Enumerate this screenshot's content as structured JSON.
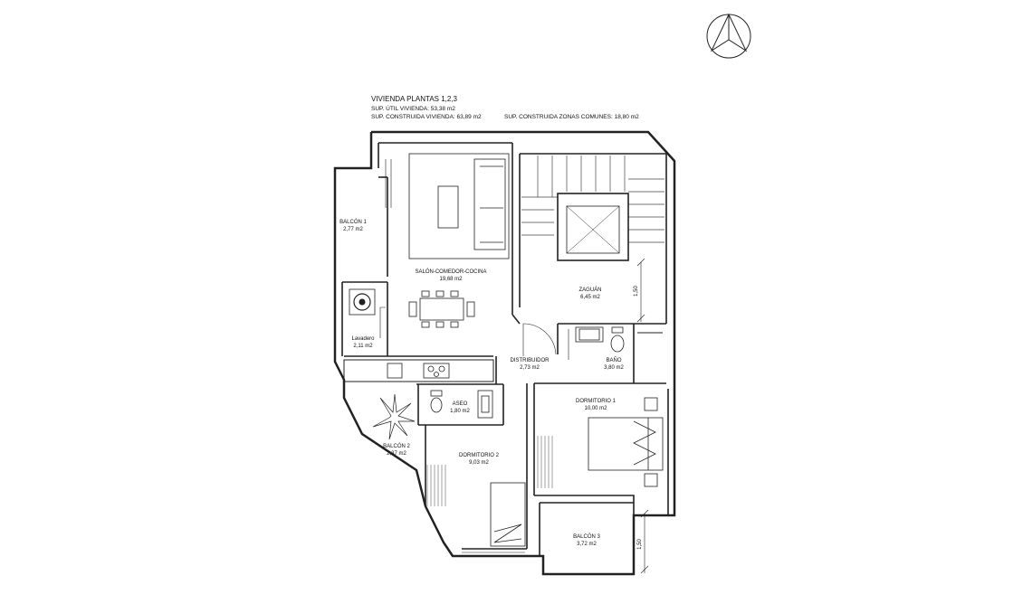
{
  "header": {
    "title": "VIVIENDA PLANTAS 1,2,3",
    "sup_util": "SUP. ÚTIL VIVIENDA: 53,38 m2",
    "sup_construida": "SUP. CONSTRUIDA VIVIENDA: 63,89 m2",
    "sup_comunes": "SUP. CONSTRUIDA ZONAS COMUNES: 18,80 m2"
  },
  "rooms": {
    "balcon1": {
      "name": "BALCÓN 1",
      "area": "2,77 m2"
    },
    "salon": {
      "name": "SALÓN-COMEDOR-COCINA",
      "area": "19,68 m2"
    },
    "zaguan": {
      "name": "ZAGUÁN",
      "area": "6,45 m2"
    },
    "lavadero": {
      "name": "Lavadero",
      "area": "2,11 m2"
    },
    "distribuidor": {
      "name": "DISTRIBUIDOR",
      "area": "2,73 m2"
    },
    "bano": {
      "name": "BAÑO",
      "area": "3,80 m2"
    },
    "aseo": {
      "name": "ASEO",
      "area": "1,80 m2"
    },
    "dormitorio1": {
      "name": "DORMITORIO 1",
      "area": "10,00 m2"
    },
    "balcon2": {
      "name": "BALCÓN 2",
      "area": "2,37 m2"
    },
    "dormitorio2": {
      "name": "DORMITORIO 2",
      "area": "9,03 m2"
    },
    "balcon3": {
      "name": "BALCÓN 3",
      "area": "3,72 m2"
    }
  },
  "dimensions": {
    "zaguan_width": "1,50",
    "balcon3_width": "1,50"
  },
  "colors": {
    "line": "#222222",
    "background": "#ffffff"
  },
  "icons": [
    "north-arrow-icon"
  ]
}
